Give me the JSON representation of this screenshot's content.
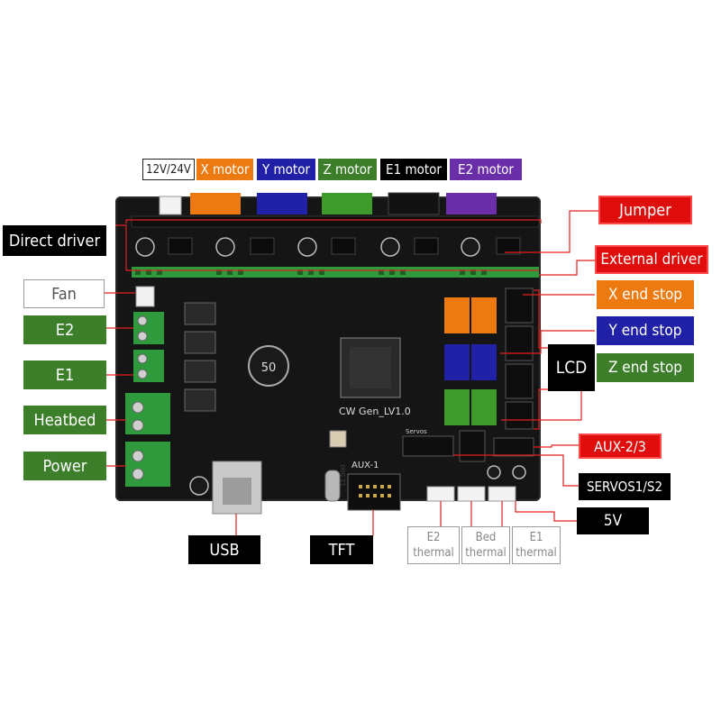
{
  "labels": {
    "supply": "12V/24V",
    "x_motor": "X motor",
    "y_motor": "Y motor",
    "z_motor": "Z motor",
    "e1_motor": "E1 motor",
    "e2_motor": "E2 motor",
    "direct_driver": "Direct driver",
    "jumper": "Jumper",
    "external_driver": "External driver",
    "x_end_stop": "X end stop",
    "y_end_stop": "Y end stop",
    "z_end_stop": "Z end stop",
    "lcd": "LCD",
    "aux": "AUX-2/3",
    "servos": "SERVOS1/S2",
    "five_v": "5V",
    "fan": "Fan",
    "e2": "E2",
    "e1": "E1",
    "heatbed": "Heatbed",
    "power": "Power",
    "usb": "USB",
    "tft": "TFT",
    "e2_thermal": [
      "E2",
      "thermal"
    ],
    "bed_thermal": [
      "Bed",
      "thermal"
    ],
    "e1_thermal": [
      "E1",
      "thermal"
    ]
  },
  "board_text": {
    "model": "CW Gen_LV1.0",
    "aux1": "AUX-1",
    "cap": "50",
    "servos_silk": "Servos",
    "crystal": "12.000"
  },
  "colors": {
    "orange": "#ec7a10",
    "blue": "#2121a8",
    "green": "#3d7e2b",
    "purple": "#6a2ea8",
    "red": "#e00d0d",
    "leader": "#e02020"
  }
}
